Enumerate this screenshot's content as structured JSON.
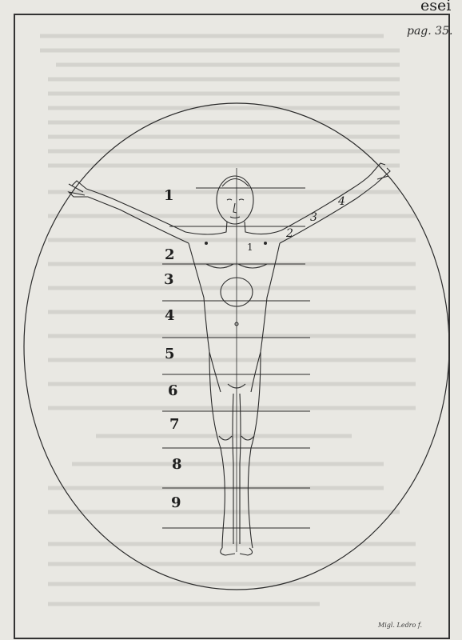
{
  "page": {
    "corner_fragment": "esei",
    "page_number": "pag. 35.",
    "signature": "Migl. Ledro f."
  },
  "figure": {
    "section_numbers": [
      "1",
      "2",
      "3",
      "4",
      "5",
      "6",
      "7",
      "8",
      "9"
    ],
    "arm_numbers": [
      "1",
      "2",
      "3",
      "4"
    ]
  },
  "colors": {
    "paper": "#e9e8e3",
    "ink": "#2a2a2a",
    "bleed_through": "#b9b8b3"
  }
}
